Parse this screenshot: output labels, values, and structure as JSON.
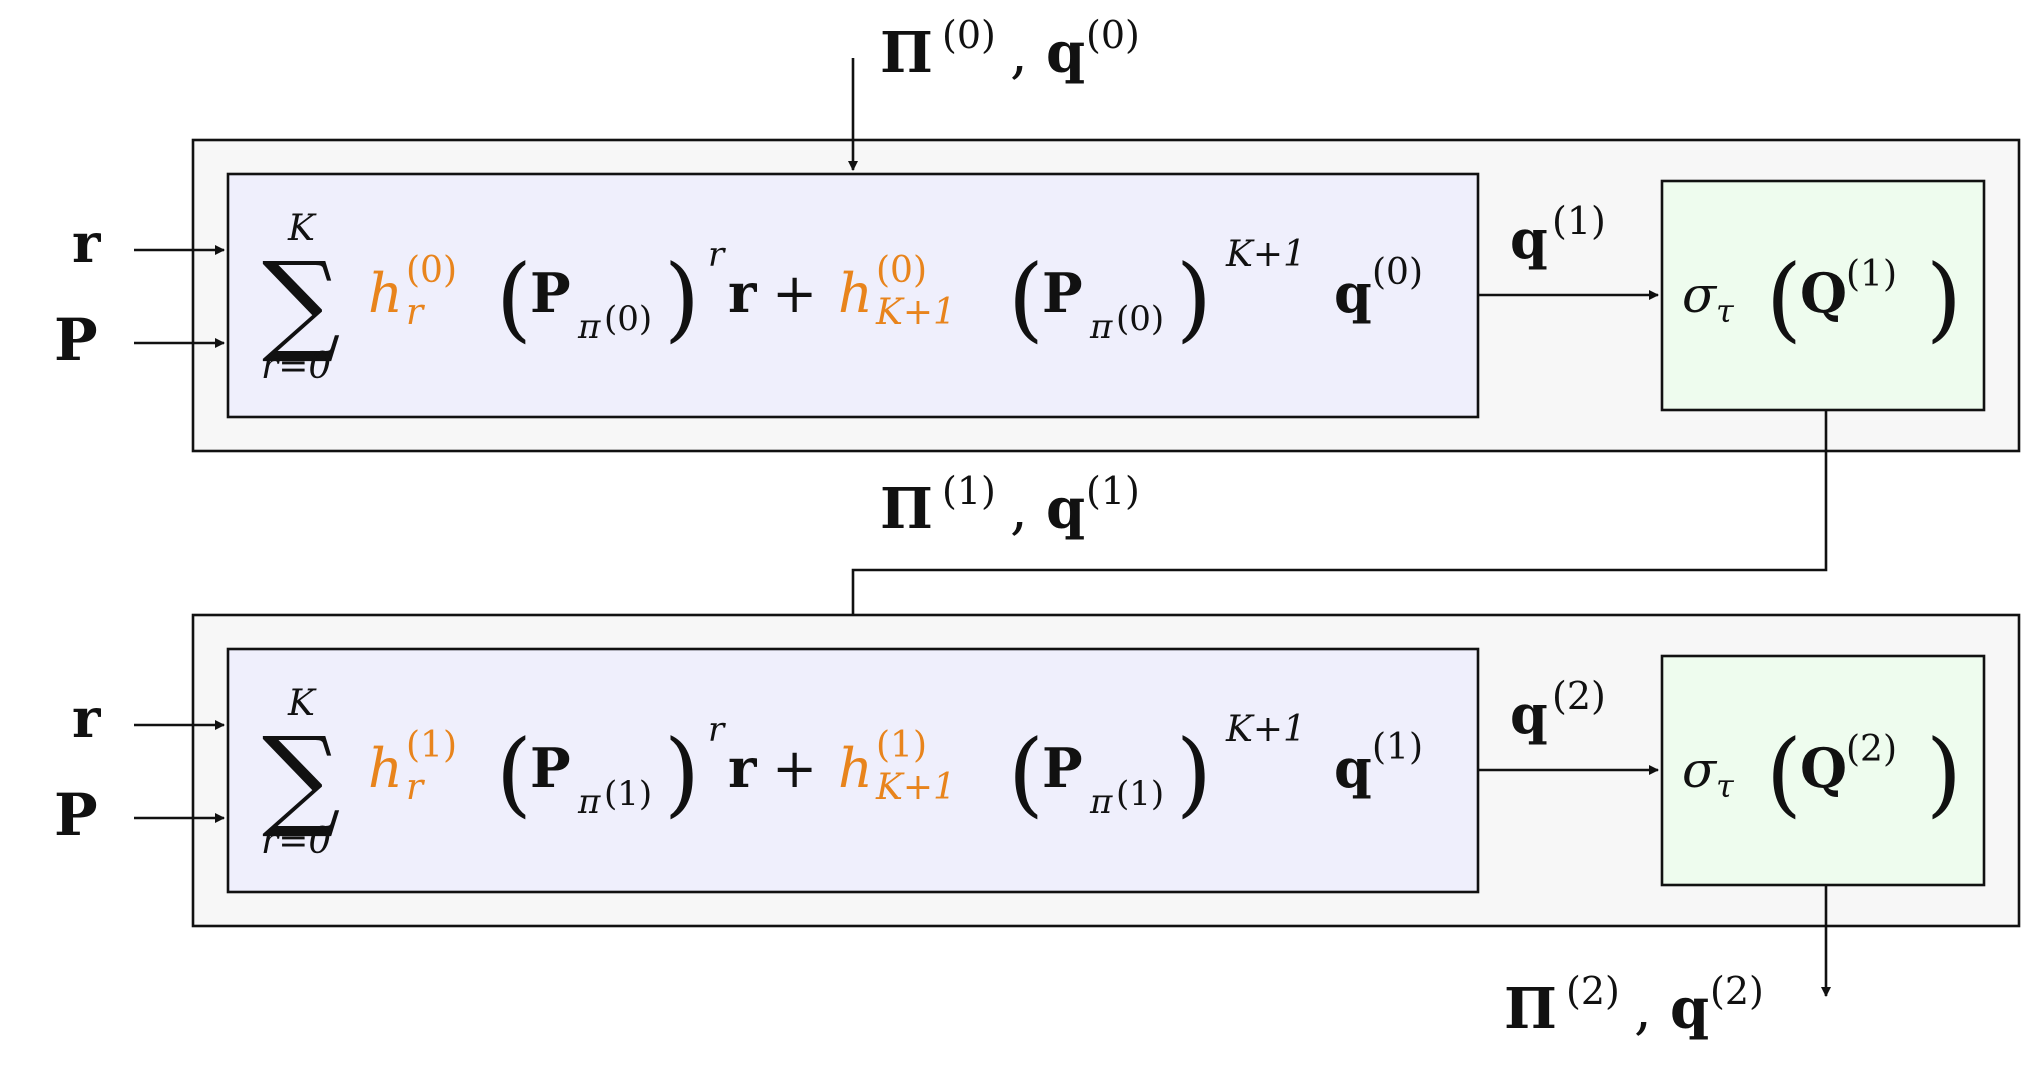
{
  "colors": {
    "outer_box_fill": "#f7f7f7",
    "poly_box_fill": "#efeffc",
    "softmax_box_fill": "#eefcee",
    "stroke": "#111111",
    "coefficient": "#e8841c"
  },
  "diagram": {
    "top_input": {
      "Pi": "Π",
      "Pi_sup": "(0)",
      "q": "q",
      "q_sup": "(0)"
    },
    "between_label": {
      "Pi": "Π",
      "Pi_sup": "(1)",
      "q": "q",
      "q_sup": "(1)"
    },
    "bottom_output": {
      "Pi": "Π",
      "Pi_sup": "(2)",
      "q": "q",
      "q_sup": "(2)"
    },
    "blocks": [
      {
        "side_inputs": {
          "r": "r",
          "P": "P"
        },
        "poly": {
          "sum_symbol": "∑",
          "sum_upper": "K",
          "sum_lower": "r=0",
          "coef1_base": "h",
          "coef1_sup": "(0)",
          "coef1_sub": "r",
          "matrix": "P",
          "matrix_sub_pi": "π",
          "matrix_sub_idx": "(0)",
          "power1": "r",
          "vec_r": "r",
          "plus": "+",
          "coef2_base": "h",
          "coef2_sup": "(0)",
          "coef2_sub": "K+1",
          "power2": "K+1",
          "vec_q": "q",
          "vec_q_sup": "(0)"
        },
        "arrow_label": {
          "q": "q",
          "q_sup": "(1)"
        },
        "softmax": {
          "sigma": "σ",
          "sigma_sub": "τ",
          "Q": "Q",
          "Q_sup": "(1)"
        }
      },
      {
        "side_inputs": {
          "r": "r",
          "P": "P"
        },
        "poly": {
          "sum_symbol": "∑",
          "sum_upper": "K",
          "sum_lower": "r=0",
          "coef1_base": "h",
          "coef1_sup": "(1)",
          "coef1_sub": "r",
          "matrix": "P",
          "matrix_sub_pi": "π",
          "matrix_sub_idx": "(1)",
          "power1": "r",
          "vec_r": "r",
          "plus": "+",
          "coef2_base": "h",
          "coef2_sup": "(1)",
          "coef2_sub": "K+1",
          "power2": "K+1",
          "vec_q": "q",
          "vec_q_sup": "(1)"
        },
        "arrow_label": {
          "q": "q",
          "q_sup": "(2)"
        },
        "softmax": {
          "sigma": "σ",
          "sigma_sub": "τ",
          "Q": "Q",
          "Q_sup": "(2)"
        }
      }
    ]
  }
}
